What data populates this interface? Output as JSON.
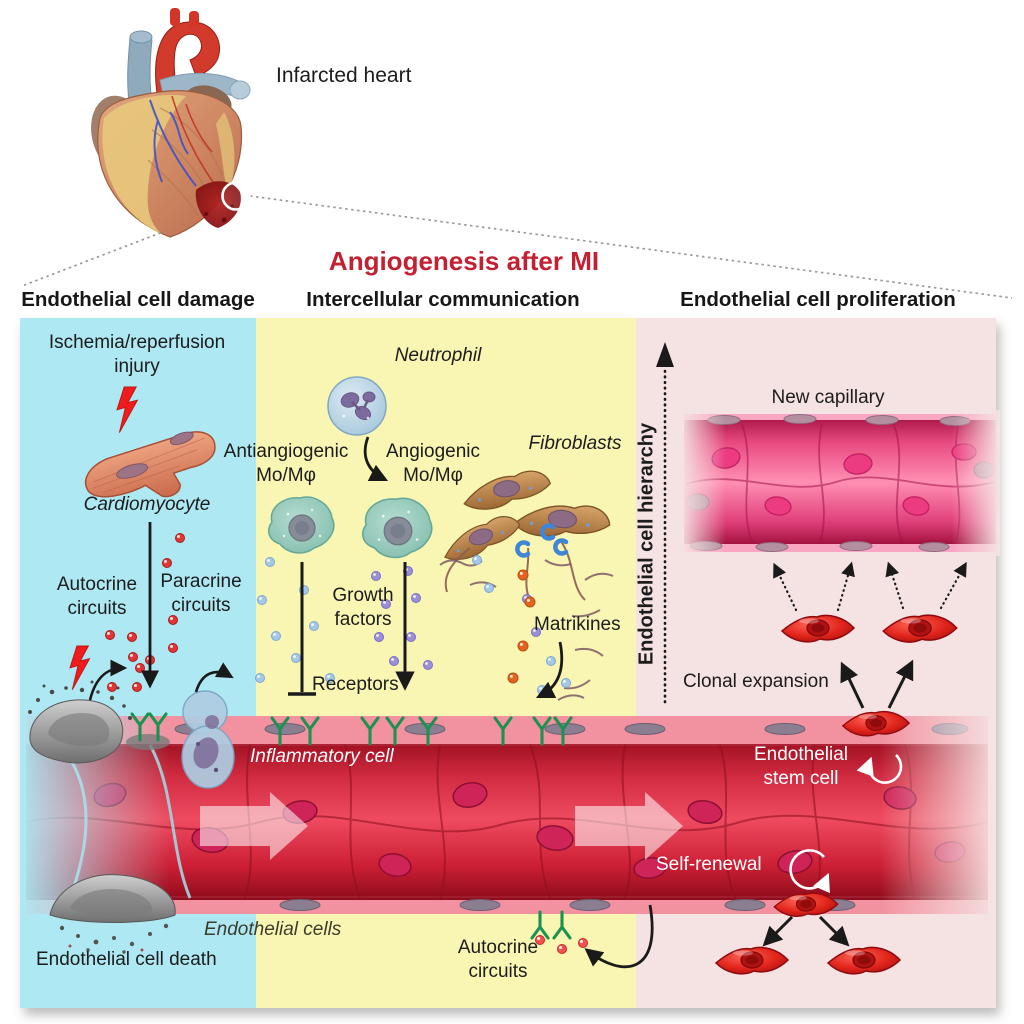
{
  "header": {
    "heart_label": "Infarcted heart",
    "title": "Angiogenesis after MI"
  },
  "columns": {
    "damage": "Endothelial cell damage",
    "communication": "Intercellular communication",
    "proliferation": "Endothelial cell proliferation"
  },
  "damage_panel": {
    "injury": "Ischemia/reperfusion\ninjury",
    "cardiomyocyte": "Cardiomyocyte",
    "autocrine": "Autocrine\ncircuits",
    "paracrine": "Paracrine\ncircuits",
    "cell_death": "Endothelial cell death"
  },
  "communication_panel": {
    "neutrophil": "Neutrophil",
    "antiangiogenic": "Antiangiogenic\nMo/Mφ",
    "angiogenic": "Angiogenic\nMo/Mφ",
    "fibroblasts": "Fibroblasts",
    "growth_factors": "Growth\nfactors",
    "matrikines": "Matrikines",
    "receptors": "Receptors",
    "inflammatory_cell": "Inflammatory cell",
    "endothelial_cells": "Endothelial cells",
    "autocrine": "Autocrine\ncircuits"
  },
  "proliferation_panel": {
    "new_capillary": "New capillary",
    "hierarchy": "Endothelial cell hierarchy",
    "clonal_expansion": "Clonal expansion",
    "stem_cell": "Endothelial\nstem cell",
    "self_renewal": "Self-renewal"
  },
  "colors": {
    "title_red": "#c32032",
    "panel_damage": "#aee8f3",
    "panel_communication": "#f8f6b2",
    "panel_proliferation": "#f5e2e2",
    "receptor_green": "#1d9150",
    "vessel_red": "#ef4b60",
    "capillary_pink": "#ff8fb3"
  }
}
